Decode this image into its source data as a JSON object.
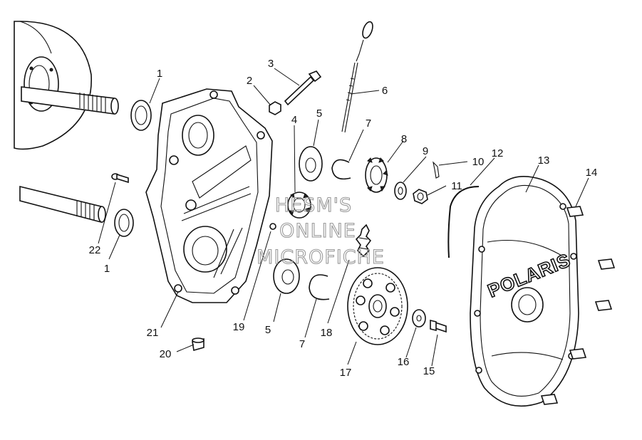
{
  "callouts": [
    {
      "id": "c1a",
      "text": "1"
    },
    {
      "id": "c1b",
      "text": "1"
    },
    {
      "id": "c2",
      "text": "2"
    },
    {
      "id": "c3",
      "text": "3"
    },
    {
      "id": "c4",
      "text": "4"
    },
    {
      "id": "c5a",
      "text": "5"
    },
    {
      "id": "c5b",
      "text": "5"
    },
    {
      "id": "c6",
      "text": "6"
    },
    {
      "id": "c7a",
      "text": "7"
    },
    {
      "id": "c7b",
      "text": "7"
    },
    {
      "id": "c8",
      "text": "8"
    },
    {
      "id": "c9",
      "text": "9"
    },
    {
      "id": "c10",
      "text": "10"
    },
    {
      "id": "c11",
      "text": "11"
    },
    {
      "id": "c12",
      "text": "12"
    },
    {
      "id": "c13",
      "text": "13"
    },
    {
      "id": "c14",
      "text": "14"
    },
    {
      "id": "c15",
      "text": "15"
    },
    {
      "id": "c16",
      "text": "16"
    },
    {
      "id": "c17",
      "text": "17"
    },
    {
      "id": "c18",
      "text": "18"
    },
    {
      "id": "c19",
      "text": "19"
    },
    {
      "id": "c20",
      "text": "20"
    },
    {
      "id": "c21",
      "text": "21"
    },
    {
      "id": "c22",
      "text": "22"
    }
  ],
  "watermark": {
    "line1": "HESM'S",
    "line2": "ONLINE",
    "line3": "MICROFICHE"
  },
  "cover_logo": "POLARIS"
}
